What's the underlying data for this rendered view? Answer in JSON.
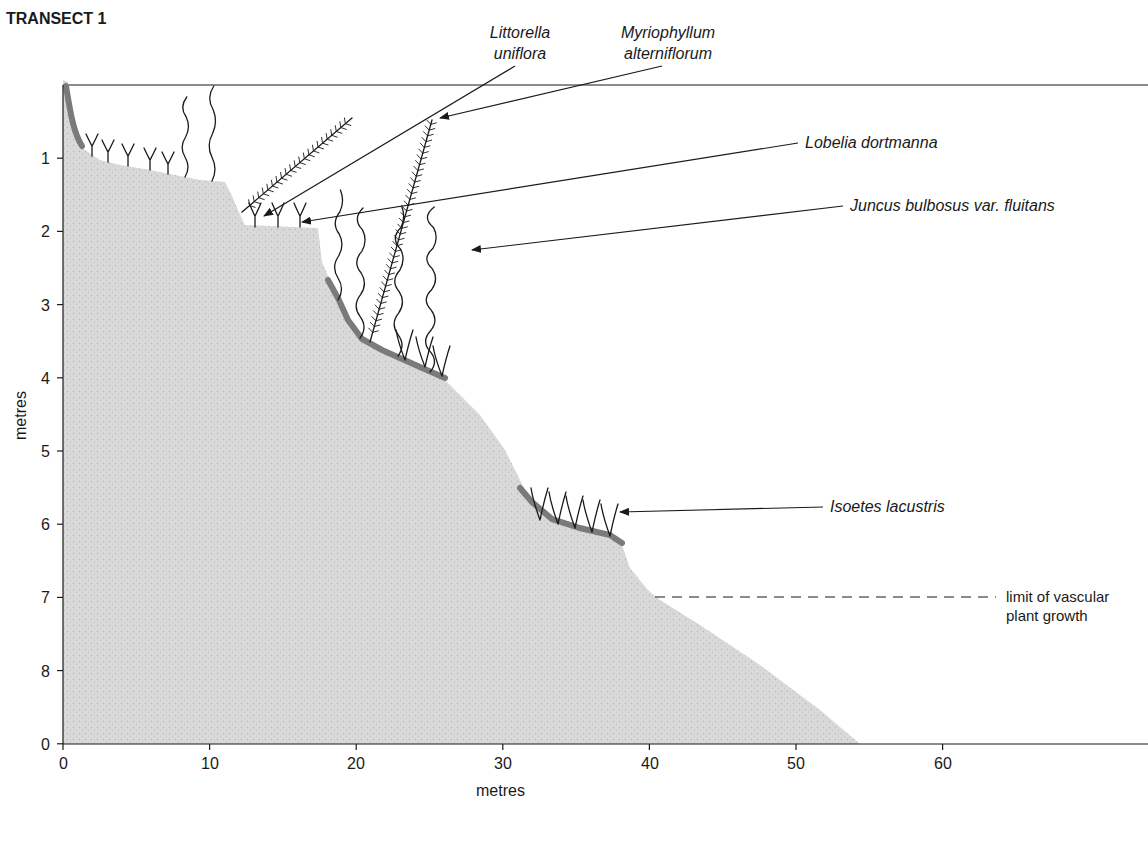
{
  "diagram": {
    "title": "TRANSECT 1",
    "labels": [
      "Littorella uniflora",
      "Myriophyllum alterniflorum",
      "Lobelia dortmanna",
      "Juncus bulbosus var. fluitans",
      "Isoetes lacustris",
      "limit of vascular plant growth",
      "metres",
      "metres",
      "1",
      "2",
      "3",
      "4",
      "5",
      "6",
      "7",
      "8",
      "0",
      "0",
      "10",
      "20",
      "30",
      "40",
      "50",
      "60"
    ]
  }
}
